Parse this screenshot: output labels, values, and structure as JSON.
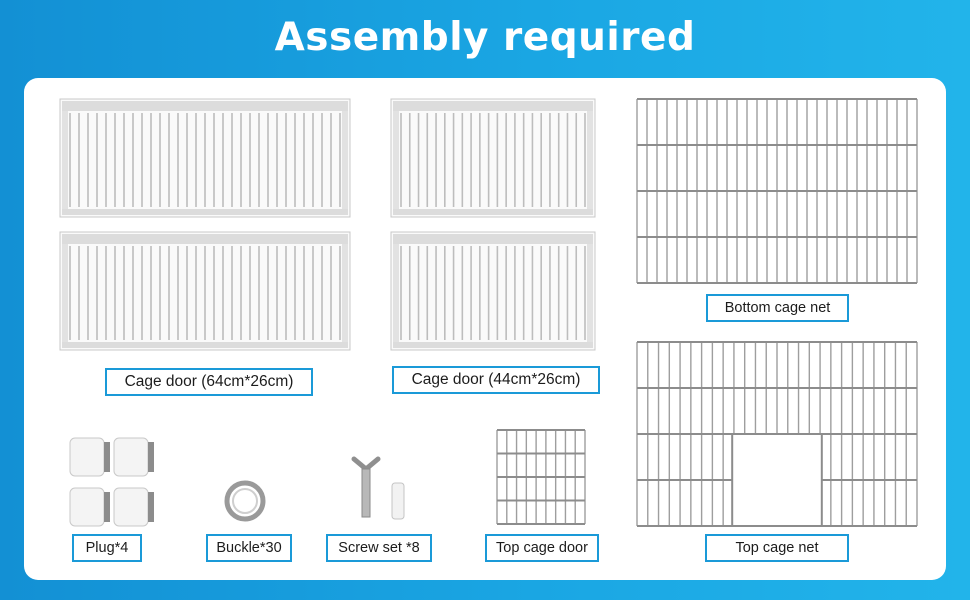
{
  "header": {
    "title": "Assembly required"
  },
  "parts": {
    "cage_door_large": "Cage door (64cm*26cm)",
    "cage_door_small": "Cage door (44cm*26cm)",
    "bottom_net": "Bottom cage net",
    "top_net": "Top cage net",
    "plug": "Plug*4",
    "buckle": "Buckle*30",
    "screw": "Screw set *8",
    "top_door": "Top cage door"
  },
  "colors": {
    "accent": "#1a9ad8",
    "background": "#1aa6e3",
    "panel": "#ffffff"
  }
}
